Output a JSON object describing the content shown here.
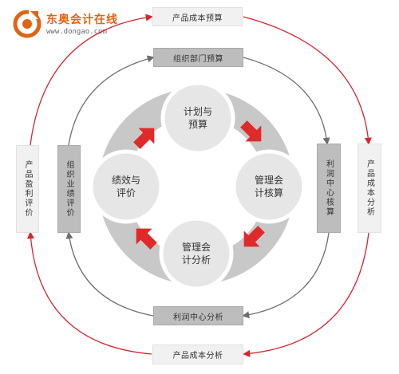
{
  "logo": {
    "title": "东奥会计在线",
    "url": "www.dongao.com"
  },
  "outer_boxes": {
    "top": "产品成本预算",
    "bottom": "产品成本分析",
    "left": "产品盈利评价",
    "right": "产品成本分析"
  },
  "inner_boxes": {
    "top": "组织部门预算",
    "bottom": "利润中心分析",
    "left": "组织业绩评价",
    "right": "利润中心核算"
  },
  "circles": {
    "top": "计划与\n预算",
    "right": "管理会\n计核算",
    "bottom": "管理会\n计分析",
    "left": "绩效与\n评价"
  },
  "colors": {
    "brand_orange": "#e06414",
    "outer_arrow_red": "#d9252f",
    "inner_arrow_gray": "#6e6e6e",
    "ring_gray": "#c8c8c8",
    "circle_fill": "#e6e6e6",
    "cycle_arrow_red": "#e02a2a"
  }
}
